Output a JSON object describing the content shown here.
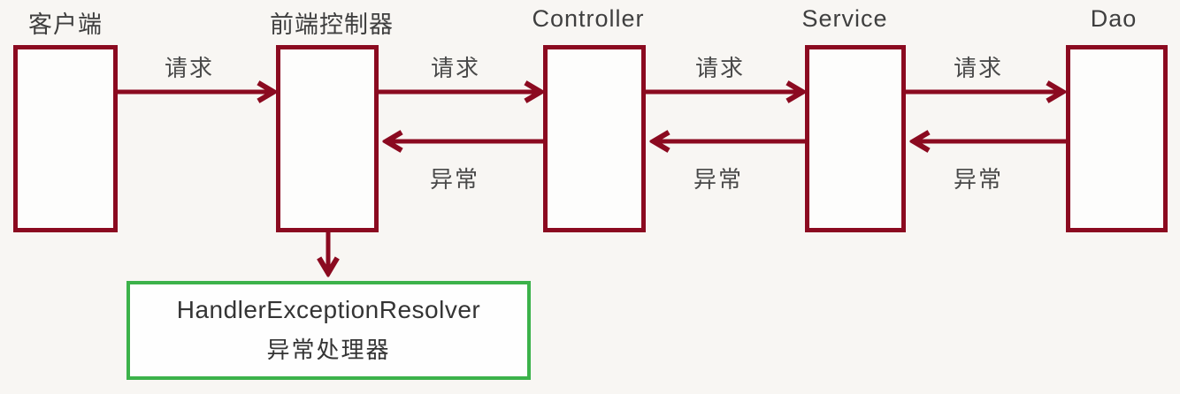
{
  "diagram": {
    "description": "SpringMVC exception handling flow diagram",
    "nodes": [
      {
        "id": "client",
        "label": "客户端"
      },
      {
        "id": "front-controller",
        "label": "前端控制器"
      },
      {
        "id": "controller",
        "label": "Controller"
      },
      {
        "id": "service",
        "label": "Service"
      },
      {
        "id": "dao",
        "label": "Dao"
      }
    ],
    "edges": [
      {
        "from": "客户端",
        "to": "前端控制器",
        "label": "请求",
        "direction": "right"
      },
      {
        "from": "前端控制器",
        "to": "Controller",
        "label": "请求",
        "direction": "right"
      },
      {
        "from": "Controller",
        "to": "Service",
        "label": "请求",
        "direction": "right"
      },
      {
        "from": "Service",
        "to": "Dao",
        "label": "请求",
        "direction": "right"
      },
      {
        "from": "Controller",
        "to": "前端控制器",
        "label": "异常",
        "direction": "left"
      },
      {
        "from": "Service",
        "to": "Controller",
        "label": "异常",
        "direction": "left"
      },
      {
        "from": "Dao",
        "to": "Service",
        "label": "异常",
        "direction": "left"
      },
      {
        "from": "前端控制器",
        "to": "HandlerExceptionResolver",
        "label": "",
        "direction": "down"
      }
    ],
    "resolver": {
      "line1": "HandlerExceptionResolver",
      "line2": "异常处理器"
    },
    "colors": {
      "node_border": "#8b0a20",
      "arrow": "#8b0a20",
      "resolver_border": "#3cb24a",
      "label_text": "#3f3f3f",
      "background": "#f8f6f3"
    }
  }
}
